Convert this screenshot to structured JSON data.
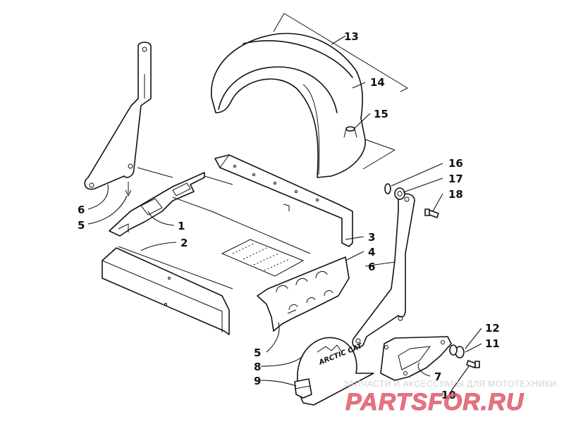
{
  "callouts": {
    "c1": "1",
    "c2": "2",
    "c3": "3",
    "c4": "4",
    "c5a": "5",
    "c5b": "5",
    "c6a": "6",
    "c6b": "6",
    "c7": "7",
    "c8": "8",
    "c9": "9",
    "c10": "10",
    "c11": "11",
    "c12": "12",
    "c13": "13",
    "c14": "14",
    "c15": "15",
    "c16": "16",
    "c17": "17",
    "c18": "18"
  },
  "logo_text": "ARCTIC CAT",
  "watermark": {
    "tagline": "ЗАПЧАСТИ И АКСЕССУАРЫ ДЛЯ МОТОТЕХНИКИ",
    "brand": "PARTSFOR.RU"
  },
  "colors": {
    "line": "#111111",
    "watermark_brand": "#e85a6a",
    "watermark_text": "#c9c9c9"
  }
}
